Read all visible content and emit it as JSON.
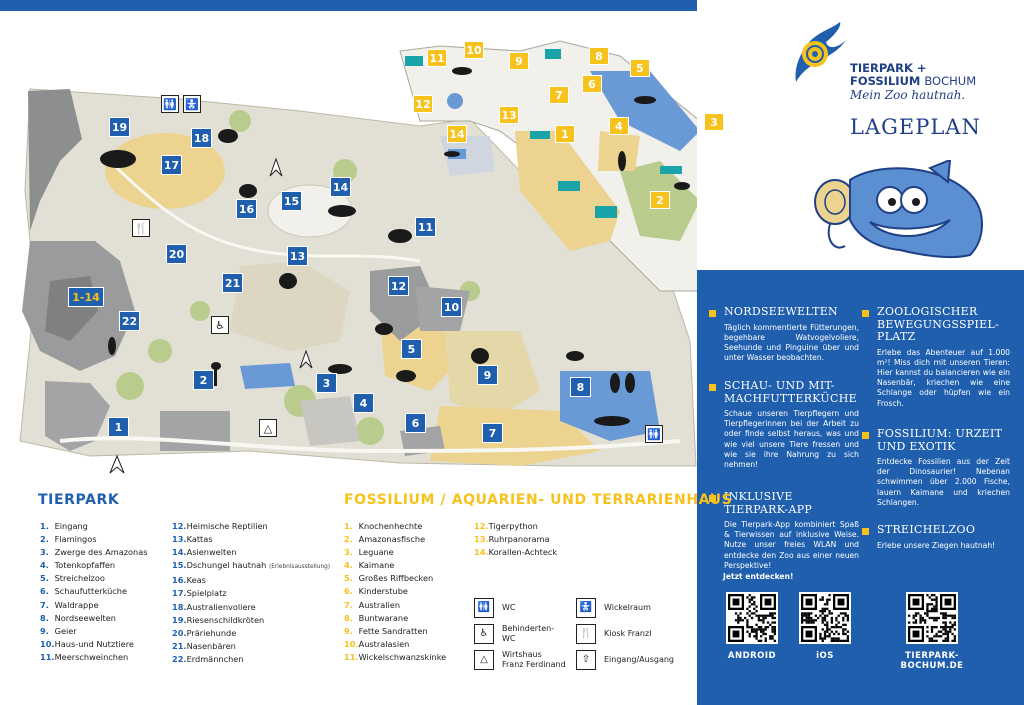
{
  "logo": {
    "line1": "TIERPARK +",
    "line2_bold": "FOSSILIUM",
    "line2_light": "BOCHUM",
    "tagline": "Mein Zoo hautnah."
  },
  "title": "LAGEPLAN",
  "map": {
    "park_markers": [
      "19",
      "18",
      "17",
      "16",
      "15",
      "14",
      "13",
      "12",
      "11",
      "10",
      "9",
      "8",
      "7",
      "6",
      "5",
      "4",
      "3",
      "2",
      "1",
      "20",
      "21",
      "22",
      "1-14"
    ],
    "fossilium_markers": [
      "11",
      "10",
      "9",
      "8",
      "5",
      "12",
      "7",
      "13",
      "14",
      "1",
      "6",
      "4",
      "3",
      "2"
    ]
  },
  "tierpark": {
    "title": "TIERPARK",
    "col1": [
      {
        "n": "1.",
        "label": "Eingang"
      },
      {
        "n": "2.",
        "label": "Flamingos"
      },
      {
        "n": "3.",
        "label": "Zwerge des Amazonas"
      },
      {
        "n": "4.",
        "label": "Totenkopfaffen"
      },
      {
        "n": "5.",
        "label": "Streichelzoo"
      },
      {
        "n": "6.",
        "label": "Schaufutterküche"
      },
      {
        "n": "7.",
        "label": "Waldrappe"
      },
      {
        "n": "8.",
        "label": "Nordseewelten"
      },
      {
        "n": "9.",
        "label": "Geier"
      },
      {
        "n": "10.",
        "label": "Haus-und Nutztiere"
      },
      {
        "n": "11.",
        "label": "Meerschweinchen"
      }
    ],
    "col2": [
      {
        "n": "12.",
        "label": "Heimische Reptilien"
      },
      {
        "n": "13.",
        "label": "Kattas"
      },
      {
        "n": "14.",
        "label": "Asienwelten"
      },
      {
        "n": "15.",
        "label": "Dschungel hautnah",
        "note": "(Erlebnisausstellung)"
      },
      {
        "n": "16.",
        "label": "Keas"
      },
      {
        "n": "17.",
        "label": "Spielplatz"
      },
      {
        "n": "18.",
        "label": "Australienvoliere"
      },
      {
        "n": "19.",
        "label": "Riesenschildkröten"
      },
      {
        "n": "20.",
        "label": "Präriehunde"
      },
      {
        "n": "21.",
        "label": "Nasenbären"
      },
      {
        "n": "22.",
        "label": "Erdmännchen"
      }
    ]
  },
  "fossilium": {
    "title": "FOSSILIUM / AQUARIEN- UND TERRARIENHAUS",
    "col1": [
      {
        "n": "1.",
        "label": "Knochenhechte"
      },
      {
        "n": "2.",
        "label": "Amazonasfische"
      },
      {
        "n": "3.",
        "label": "Leguane"
      },
      {
        "n": "4.",
        "label": "Kaimane"
      },
      {
        "n": "5.",
        "label": "Großes Riffbecken"
      },
      {
        "n": "6.",
        "label": "Kinderstube"
      },
      {
        "n": "7.",
        "label": "Australien"
      },
      {
        "n": "8.",
        "label": "Buntwarane"
      },
      {
        "n": "9.",
        "label": "Fette Sandratten"
      },
      {
        "n": "10.",
        "label": "Australasien"
      },
      {
        "n": "11.",
        "label": "Wickelschwanzskinke"
      }
    ],
    "col2": [
      {
        "n": "12.",
        "label": "Tigerpython"
      },
      {
        "n": "13.",
        "label": "Ruhrpanorama"
      },
      {
        "n": "14.",
        "label": "Korallen-Achteck"
      }
    ]
  },
  "symbols": [
    {
      "icon": "wc-icon",
      "label": "WC"
    },
    {
      "icon": "accessible-wc-icon",
      "label": "Behinderten-\nWC"
    },
    {
      "icon": "restaurant-icon",
      "label": "Wirtshaus\nFranz Ferdinand"
    },
    {
      "icon": "baby-changing-icon",
      "label": "Wickelraum"
    },
    {
      "icon": "kiosk-icon",
      "label": "Kiosk Franzl"
    },
    {
      "icon": "entrance-icon",
      "label": "Eingang/Ausgang"
    }
  ],
  "features": {
    "nordsee_title": "NORDSEEWELTEN",
    "nordsee_text": "Täglich kommentierte Fütterungen, begehbare Watvogelvoliere, Seehunde und Pinguine über und unter Wasser beobachten.",
    "schau_title": "SCHAU- UND MIT-MACHFUTTERKÜCHE",
    "schau_text": "Schaue unseren Tierpflegern und Tierpflegerinnen bei der Arbeit zu oder finde selbst heraus, was und wie viel unsere Tiere fressen und wie sie ihre Nahrung zu sich nehmen!",
    "app_title": "INKLUSIVE TIERPARK-APP",
    "app_text": "Die Tierpark-App kombiniert Spaß & Tierwissen auf inklusive Weise. Nutze unser freies WLAN und entdecke den Zoo aus einer neuen Perspektive!",
    "jetzt": "Jetzt entdecken!",
    "zoo_title": "ZOOLOGISCHER BEWEGUNGSSPIEL-PLATZ",
    "zoo_text": "Erlebe das Abenteuer auf 1.000 m²! Miss dich mit unseren Tieren: Hier kannst du balancieren wie ein Nasenbär, kriechen wie eine Schlange oder hüpfen wie ein Frosch.",
    "fossil_title": "FOSSILIUM: URZEIT UND EXOTIK",
    "fossil_text": "Entdecke Fossilien aus der Zeit der Dinosaurier! Nebenan schwimmen über 2.000 Fische, lauern Kaimane und kriechen Schlangen.",
    "streichel_title": "STREICHELZOO",
    "streichel_text": "Erlebe unsere Ziegen hautnah!"
  },
  "qr": {
    "android": "ANDROID",
    "ios": "iOS",
    "web": "TIERPARK-BOCHUM.DE"
  },
  "colors": {
    "blue": "#1f5fae",
    "navy": "#1f3f86",
    "yellow": "#f7c21c",
    "teal": "#1aa3a8",
    "water": "#6a9ad6",
    "sand": "#ecd38f",
    "green": "#b9cc8e"
  }
}
